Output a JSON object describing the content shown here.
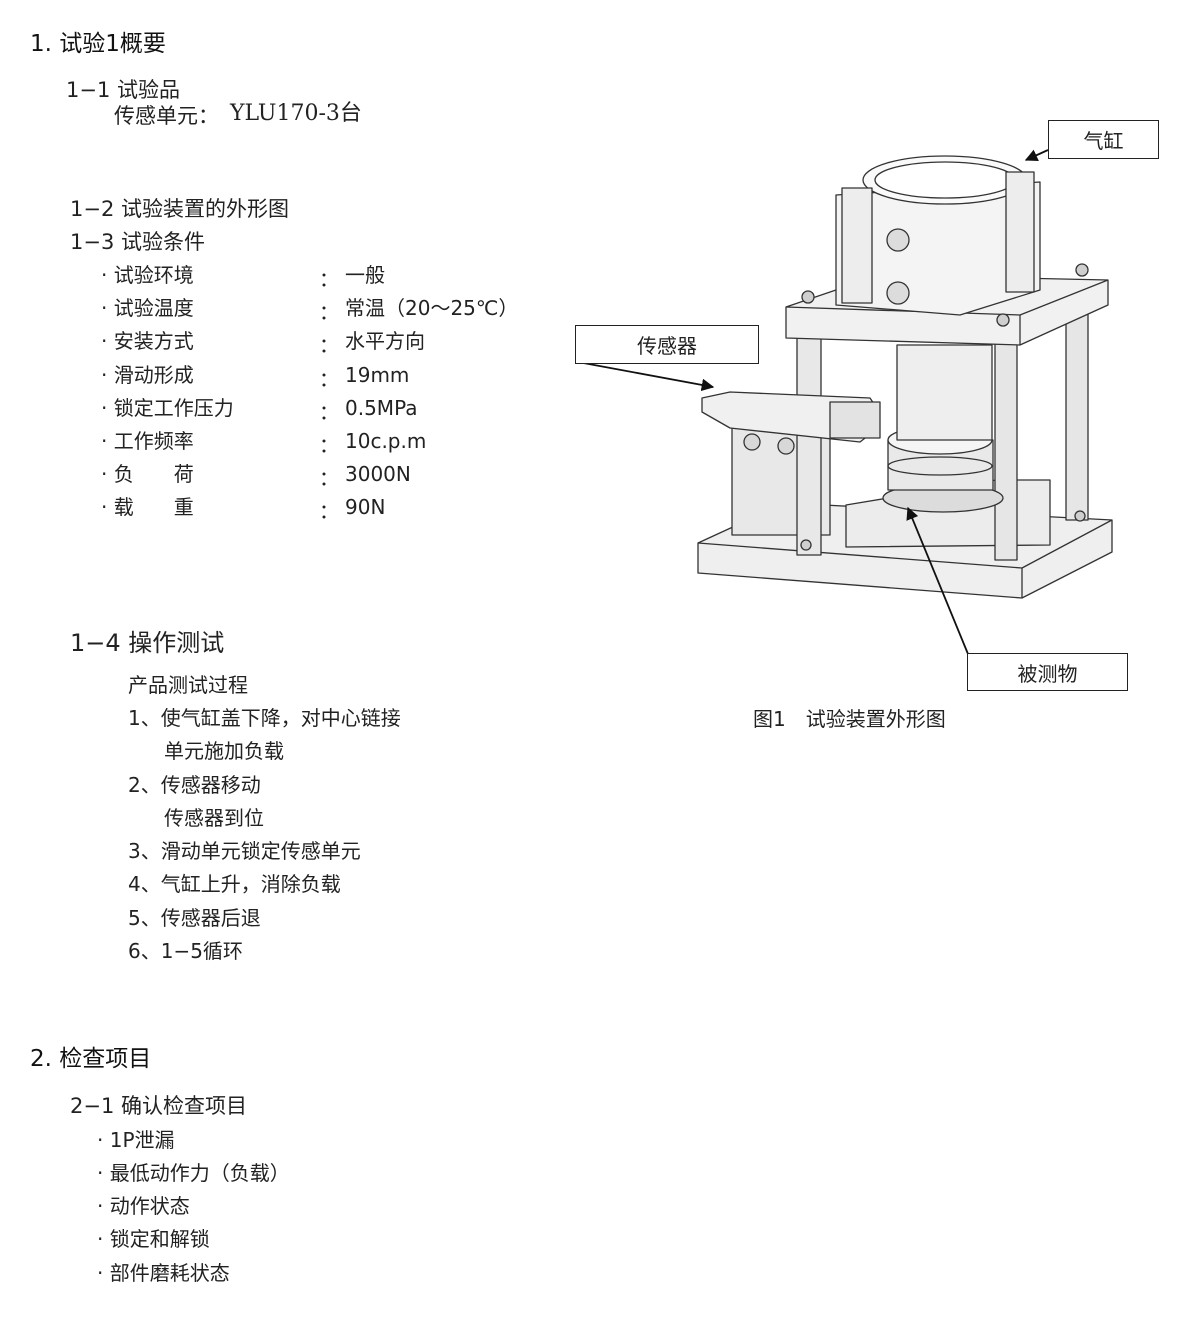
{
  "section1": {
    "title": "1. 试验1概要",
    "s1_1": {
      "heading": "1−1 试验品",
      "item_label": "传感单元：",
      "item_value": "YLU170-3台"
    },
    "s1_2": {
      "heading": "1−2 试验装置的外形图"
    },
    "s1_3": {
      "heading": "1−3 试验条件",
      "conditions": [
        {
          "label": "· 试验环境",
          "sep": "：",
          "value": "一般"
        },
        {
          "label": "· 试验温度",
          "sep": "：",
          "value": "常温（20～25℃）"
        },
        {
          "label": "· 安装方式",
          "sep": "：",
          "value": "水平方向"
        },
        {
          "label": "· 滑动形成",
          "sep": "：",
          "value": "19mm"
        },
        {
          "label": "· 锁定工作压力",
          "sep": "：",
          "value": "0.5MPa"
        },
        {
          "label": "· 工作频率",
          "sep": "：",
          "value": "10c.p.m"
        },
        {
          "label": "· 负　　荷",
          "sep": "：",
          "value": "3000N"
        },
        {
          "label": "· 载　　重",
          "sep": "：",
          "value": "90N"
        }
      ]
    },
    "s1_4": {
      "heading": "1−4 操作测试",
      "intro": "产品测试过程",
      "steps": [
        "1、使气缸盖下降，对中心链接",
        "单元施加负载",
        "2、传感器移动",
        "传感器到位",
        "3、滑动单元锁定传感单元",
        "4、气缸上升，消除负载",
        "5、传感器后退",
        "6、1−5循环"
      ]
    }
  },
  "figure": {
    "callout_cylinder": "气缸",
    "callout_sensor": "传感器",
    "callout_object": "被测物",
    "caption": "图1　试验装置外形图"
  },
  "section2": {
    "title": "2. 检查项目",
    "s2_1": {
      "heading": "2−1 确认检查项目",
      "items": [
        "·  1P泄漏",
        "·  最低动作力（负载）",
        "·  动作状态",
        "·  锁定和解锁",
        "·  部件磨耗状态"
      ]
    }
  }
}
